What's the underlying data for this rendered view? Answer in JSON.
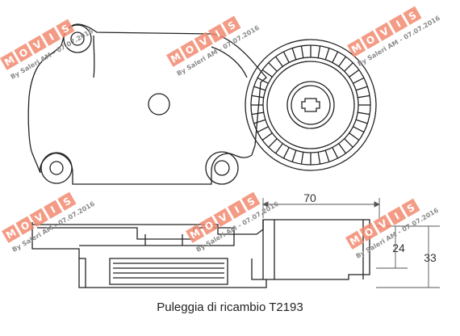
{
  "caption": "Puleggia di ricambio T2193",
  "dimensions": {
    "width_label": "70",
    "height_inner_label": "24",
    "height_outer_label": "33"
  },
  "watermark": {
    "letters": [
      "M",
      "O",
      "V",
      "I",
      "S"
    ],
    "line": "By Saleri AM - 07.07.2016",
    "band_color": "#f28a70",
    "letter_color": "#ffffff",
    "text_color": "#8a8a8a"
  },
  "colors": {
    "line": "#222222"
  }
}
